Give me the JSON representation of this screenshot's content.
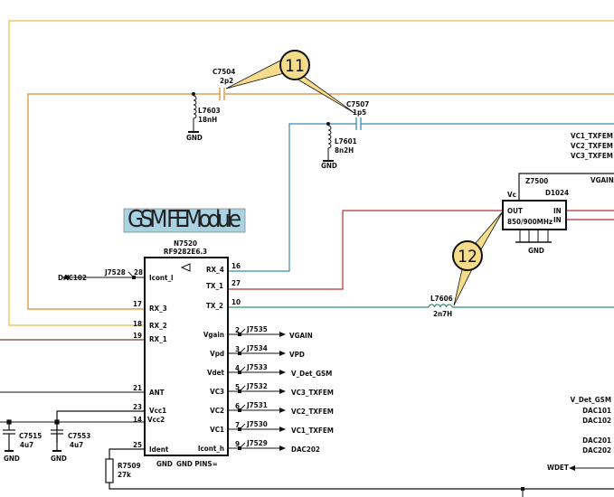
{
  "title": "GSM FEModule",
  "colors": {
    "yellow": "#e8c040",
    "orange": "#d88a30",
    "blue": "#3a8ab8",
    "red": "#b83030",
    "green": "#2a9070",
    "brown": "#704030",
    "callout": "#f4dc8a",
    "label_bg": "#a9d2e3"
  },
  "callouts": [
    "11",
    "12"
  ],
  "ic": {
    "ref": "N7520",
    "part": "RF9282E6.3",
    "gnd": "GND",
    "gnd_pins": "GND PINS=",
    "left_pins": [
      {
        "num": "28",
        "name": "Icont_l",
        "jumper": "J7528",
        "net": "DAC102"
      },
      {
        "num": "17",
        "name": "RX_3"
      },
      {
        "num": "18",
        "name": "RX_2"
      },
      {
        "num": "19",
        "name": "RX_1"
      },
      {
        "num": "21",
        "name": "ANT"
      },
      {
        "num": "23",
        "name": "Vcc1"
      },
      {
        "num": "14",
        "name": "Vcc2"
      },
      {
        "num": "25",
        "name": "Ident"
      }
    ],
    "right_pins": [
      {
        "num": "16",
        "name": "RX_4"
      },
      {
        "num": "27",
        "name": "TX_1"
      },
      {
        "num": "10",
        "name": "TX_2"
      },
      {
        "num": "2",
        "name": "Vgain",
        "jumper": "J7535",
        "net": "VGAIN"
      },
      {
        "num": "3",
        "name": "Vpd",
        "jumper": "J7534",
        "net": "VPD"
      },
      {
        "num": "4",
        "name": "Vdet",
        "jumper": "J7533",
        "net": "V_Det_GSM"
      },
      {
        "num": "5",
        "name": "VC3",
        "jumper": "J7532",
        "net": "VC3_TXFEM"
      },
      {
        "num": "6",
        "name": "VC2",
        "jumper": "J7531",
        "net": "VC2_TXFEM"
      },
      {
        "num": "7",
        "name": "VC1",
        "jumper": "J7530",
        "net": "VC1_TXFEM"
      },
      {
        "num": "9",
        "name": "Icont_h",
        "jumper": "J7529",
        "net": "DAC202"
      }
    ]
  },
  "components": {
    "c7504": {
      "ref": "C7504",
      "value": "2p2"
    },
    "l7603": {
      "ref": "L7603",
      "value": "18nH"
    },
    "c7507": {
      "ref": "C7507",
      "value": "1p5"
    },
    "l7601": {
      "ref": "L7601",
      "value": "8n2H"
    },
    "l7606": {
      "ref": "L7606",
      "value": "2n7H"
    },
    "c7515": {
      "ref": "C7515",
      "value": "4u7"
    },
    "c7553": {
      "ref": "C7553",
      "value": "4u7"
    },
    "r7509": {
      "ref": "R7509",
      "value": "27k"
    },
    "z7500": {
      "ref": "Z7500",
      "part": "D1024",
      "vc": "Vc",
      "out": "OUT",
      "in1": "IN",
      "in2": "IN",
      "freq": "850/900MHz"
    }
  },
  "gnd": "GND",
  "right_nets": {
    "top": [
      "VC1_TXFEM",
      "VC2_TXFEM",
      "VC3_TXFEM"
    ],
    "vgain": "VGAIN",
    "bottom": [
      "V_Det_GSM",
      "DAC101",
      "DAC102",
      "DAC201",
      "DAC202"
    ],
    "wdet": "WDET"
  }
}
